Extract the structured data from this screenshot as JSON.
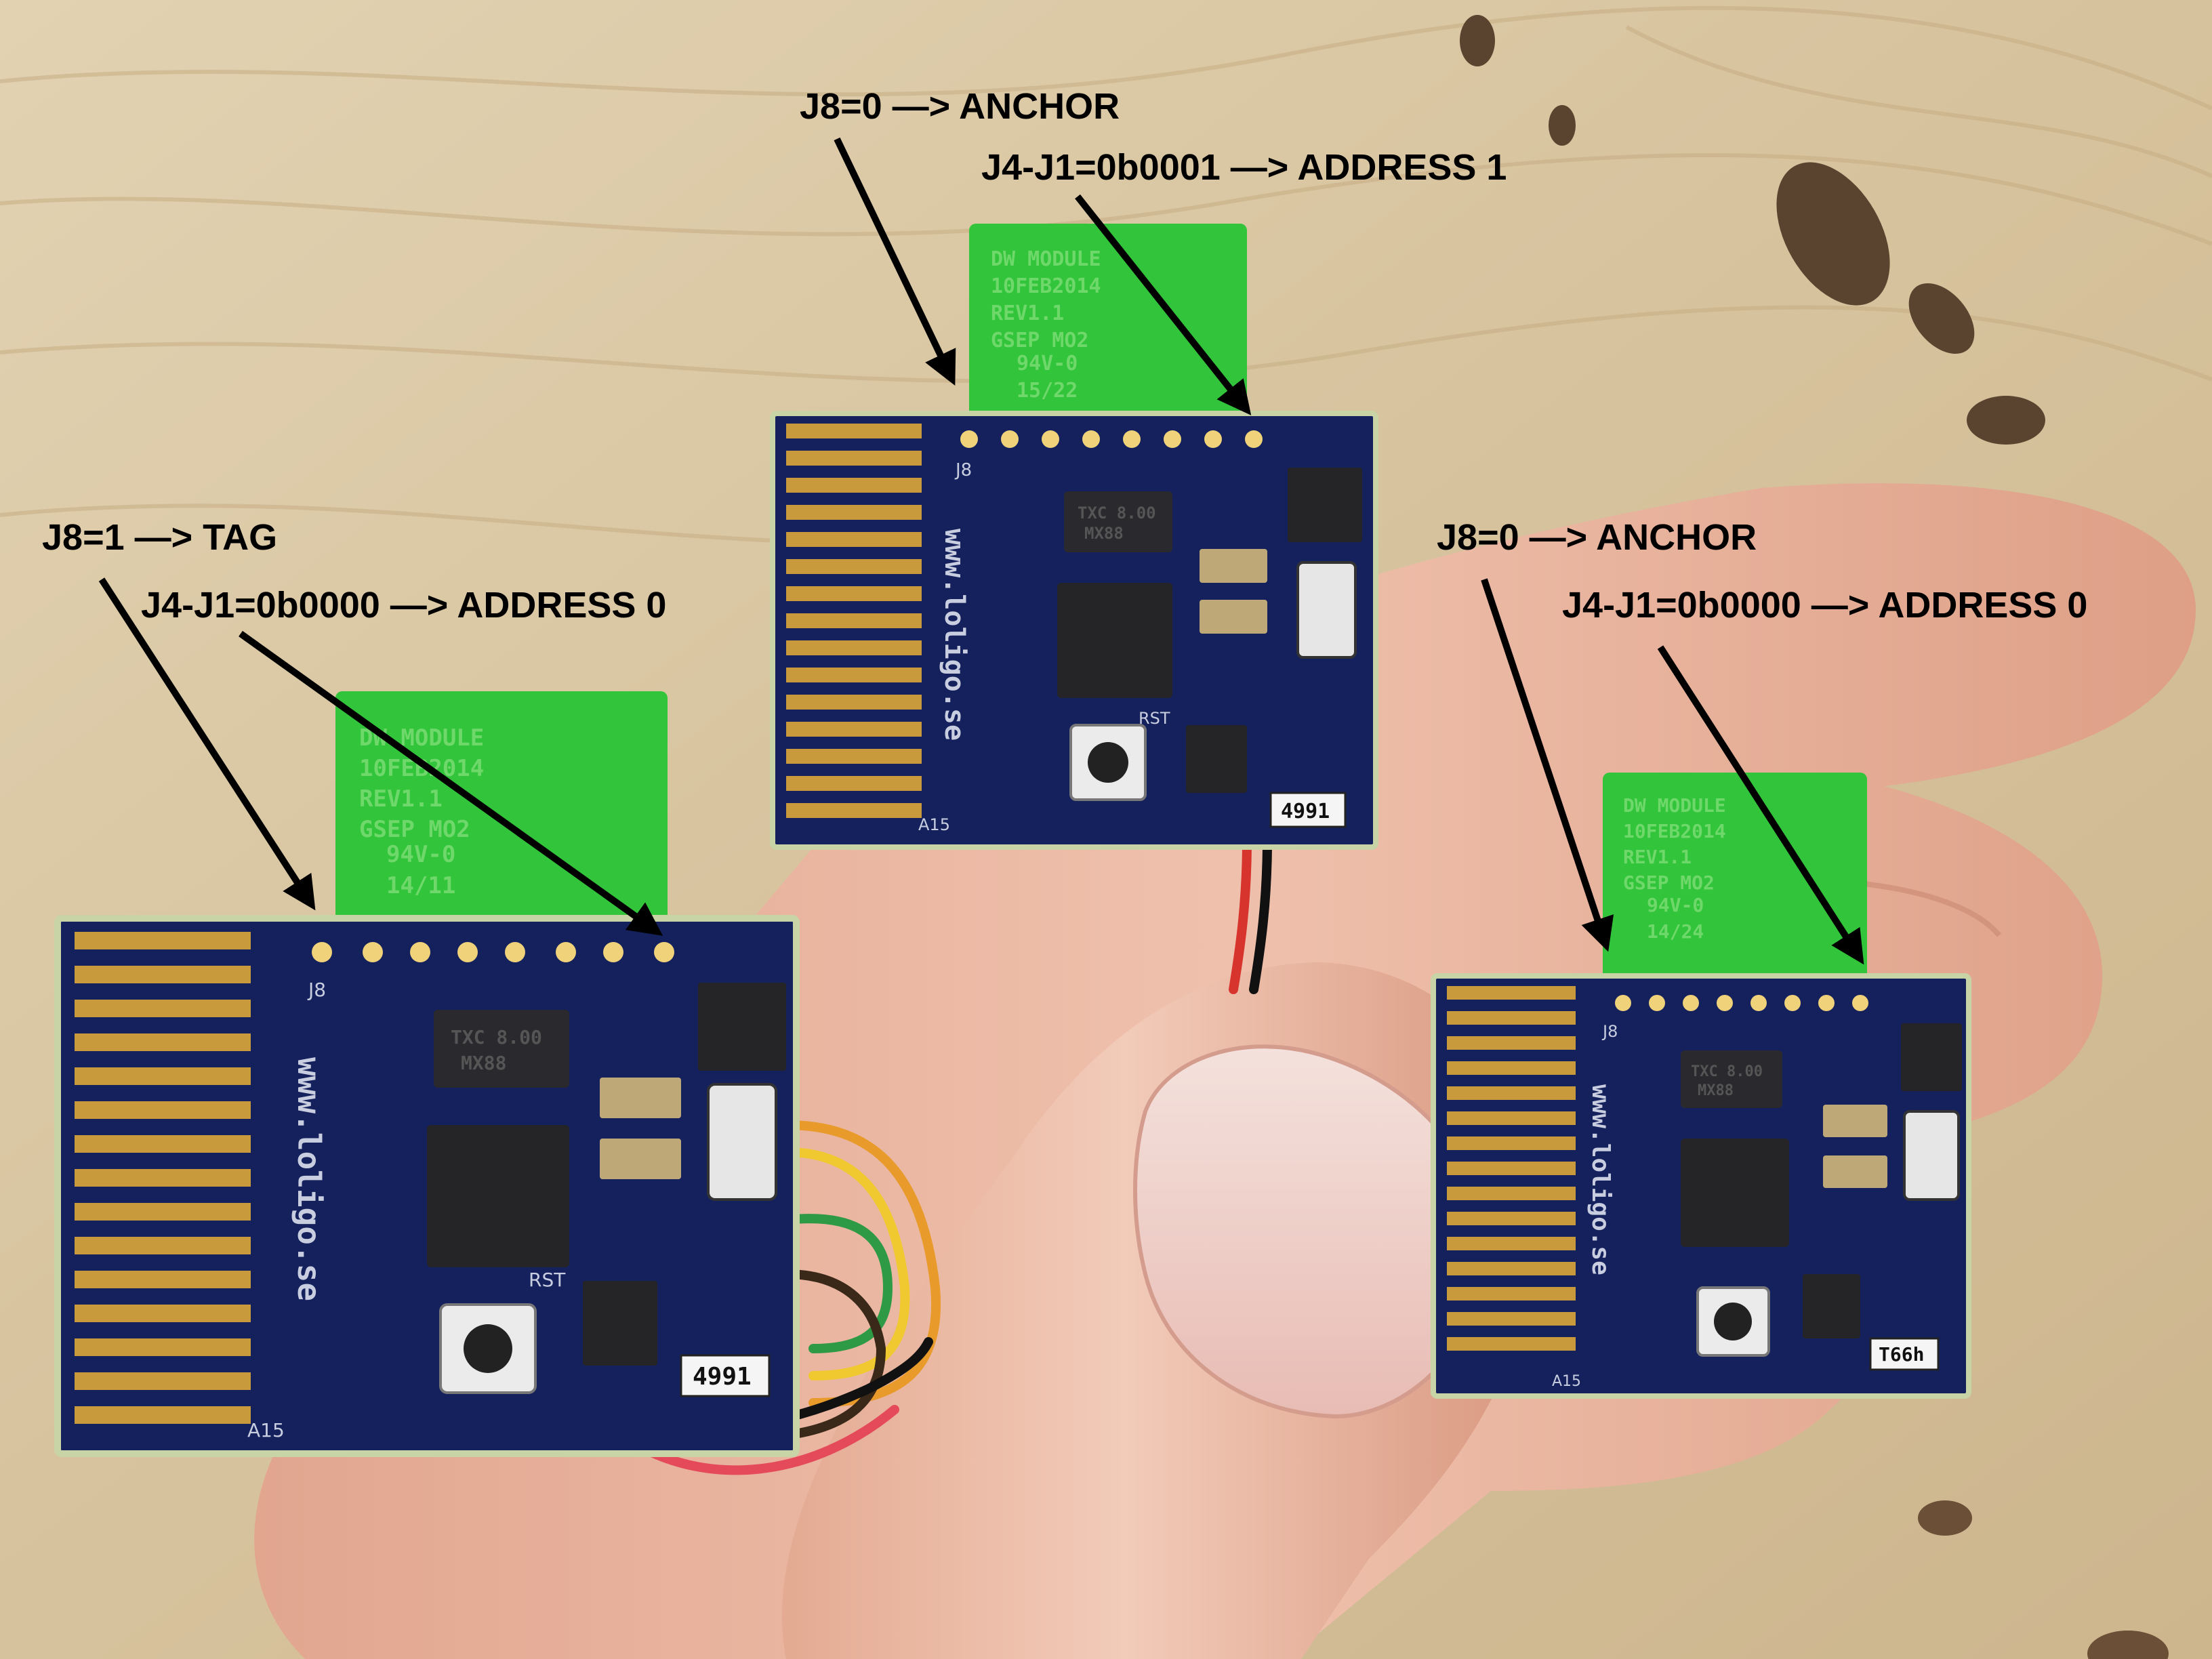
{
  "annotations": {
    "top_role": "J8=0 —> ANCHOR",
    "top_address": "J4-J1=0b0001 —> ADDRESS 1",
    "left_role": "J8=1 —> TAG",
    "left_address": "J4-J1=0b0000 —> ADDRESS 0",
    "right_role": "J8=0 —> ANCHOR",
    "right_address": "J4-J1=0b0000 —> ADDRESS 0"
  },
  "boards": {
    "top": {
      "silk": [
        "DW MODULE",
        "10FEB2014",
        "REV1.1",
        "GSEP MO2",
        "94V-0",
        "15/22"
      ],
      "url": "www.loligo.se",
      "j8": "J8",
      "rst": "RST",
      "a15": "A15",
      "sticker": "4991",
      "chip_line1": "TXC 8.00",
      "chip_line2": "MX88"
    },
    "left": {
      "silk": [
        "DW MODULE",
        "10FEB2014",
        "REV1.1",
        "GSEP MO2",
        "94V-0",
        "14/11"
      ],
      "url": "www.loligo.se",
      "j8": "J8",
      "rst": "RST",
      "a15": "A15",
      "sticker": "4991",
      "chip_line1": "TXC 8.00",
      "chip_line2": "MX88"
    },
    "right": {
      "silk": [
        "DW MODULE",
        "10FEB2014",
        "REV1.1",
        "GSEP MO2",
        "94V-0",
        "14/24"
      ],
      "url": "www.loligo.se",
      "j8": "J8",
      "rst": "",
      "a15": "A15",
      "sticker": "T66h",
      "chip_line1": "TXC 8.00",
      "chip_line2": "MX88"
    }
  },
  "colors": {
    "wood": "#d9c7a4",
    "skin": "#e9b6a0",
    "pcb_blue": "#14215c",
    "antenna_green": "#32c43a",
    "gold": "#c99a3c",
    "arrow": "#000000"
  }
}
